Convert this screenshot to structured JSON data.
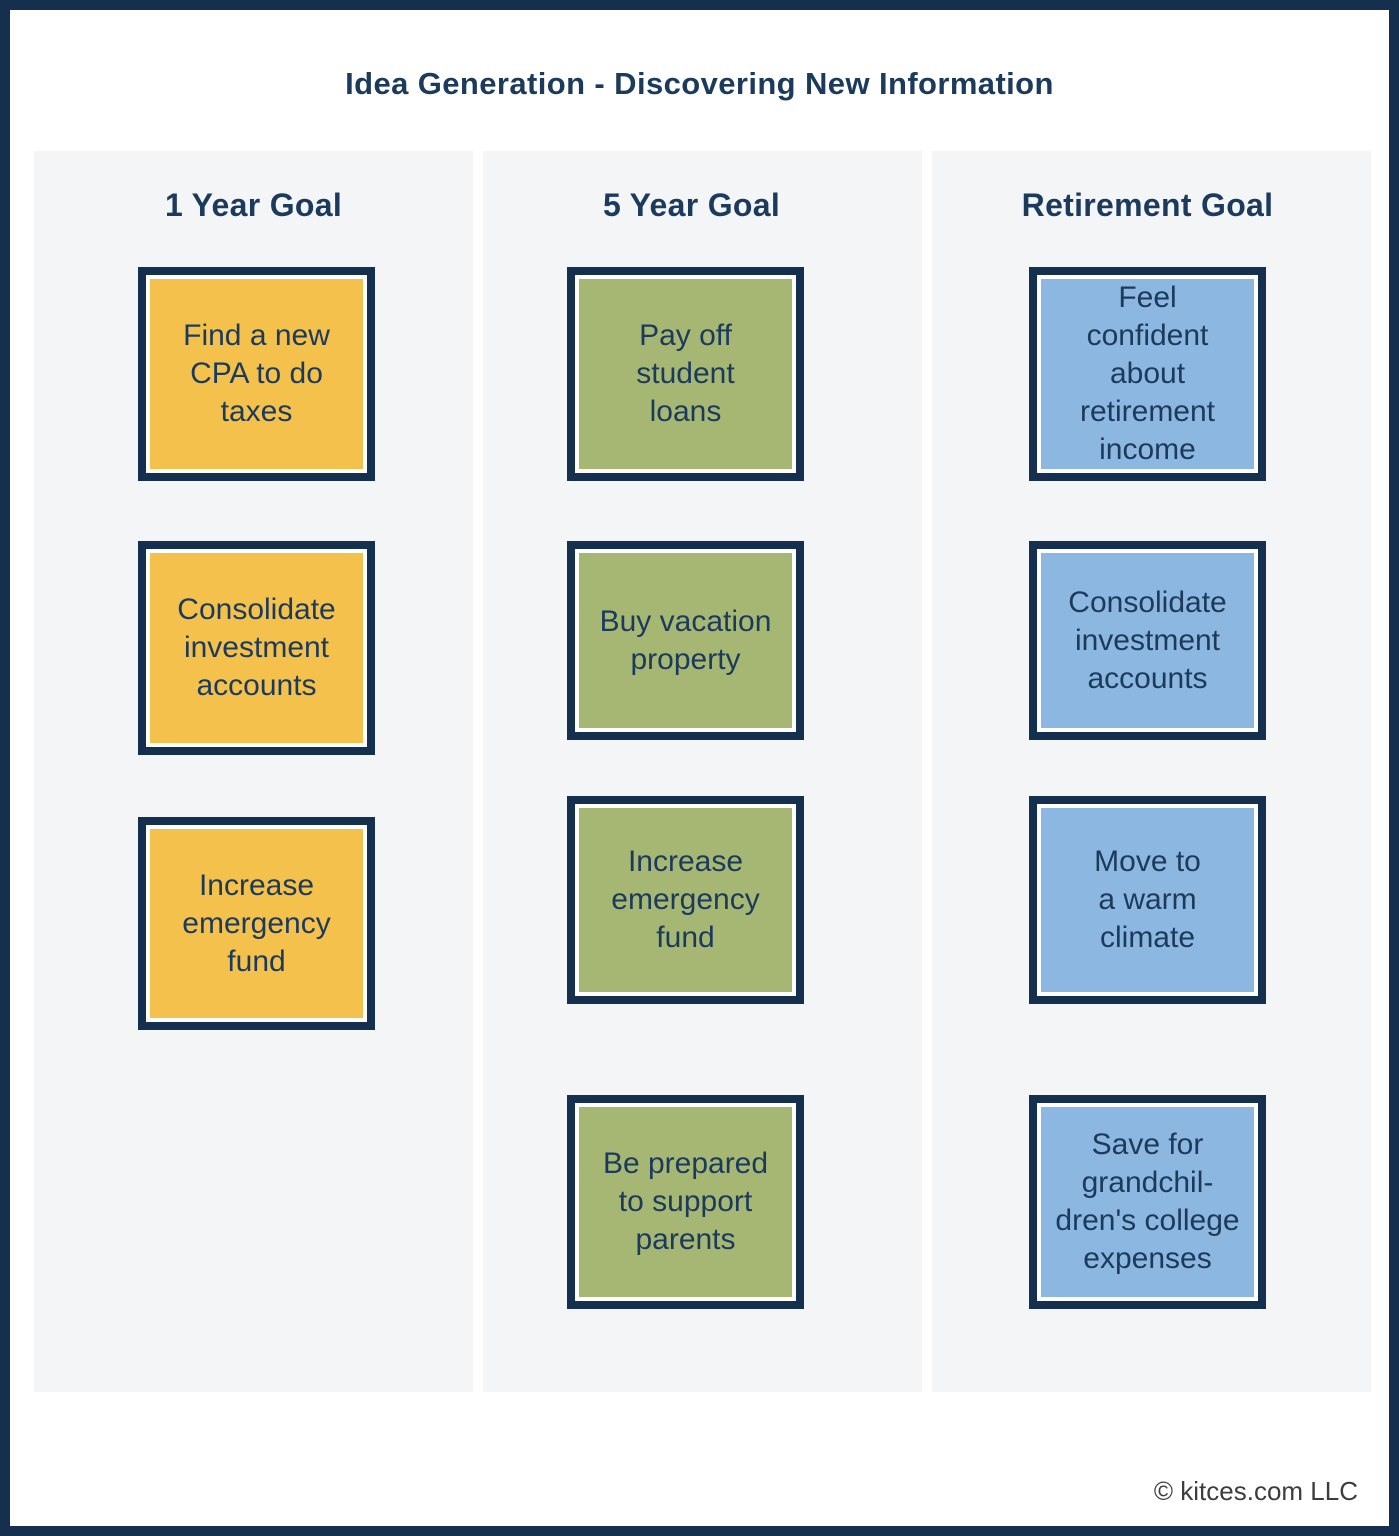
{
  "page": {
    "title": "Idea Generation - Discovering New Information",
    "footer": "© kitces.com LLC"
  },
  "colors": {
    "navy_border": "#14304e",
    "text_navy": "#1c3a5c",
    "yellow_box": "#f3c14c",
    "green_box": "#a5b773",
    "blue_box": "#8bb7e0",
    "column_background": "#f4f5f7",
    "footer_text": "#3d3d3d"
  },
  "columns": [
    {
      "header": "1 Year Goal",
      "box_color": "yellow",
      "boxes": [
        {
          "text": "Find a new\nCPA to do\ntaxes"
        },
        {
          "text": "Consolidate\ninvestment\naccounts"
        },
        {
          "text": "Increase\nemergency\nfund"
        }
      ]
    },
    {
      "header": "5 Year Goal",
      "box_color": "green",
      "boxes": [
        {
          "text": "Pay off\nstudent\nloans"
        },
        {
          "text": "Buy vacation\nproperty"
        },
        {
          "text": "Increase\nemergency\nfund"
        },
        {
          "text": "Be prepared\nto support\nparents"
        }
      ]
    },
    {
      "header": "Retirement Goal",
      "box_color": "blue",
      "boxes": [
        {
          "text": "Feel\nconfident\nabout\nretirement\nincome"
        },
        {
          "text": "Consolidate\ninvestment\naccounts"
        },
        {
          "text": "Move to\na warm\nclimate"
        },
        {
          "text": "Save for\ngrandchil-\ndren's college\nexpenses"
        }
      ]
    }
  ]
}
